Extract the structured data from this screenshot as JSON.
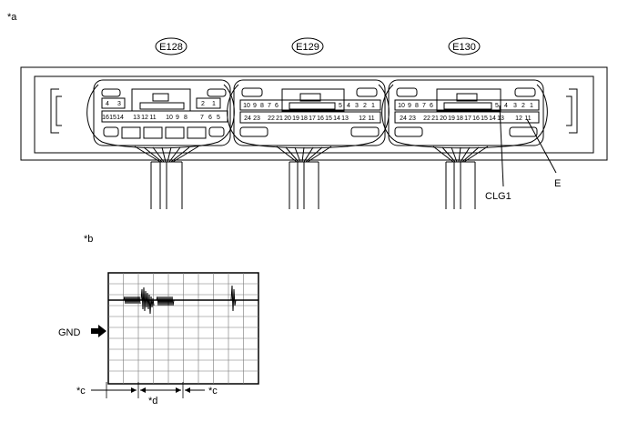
{
  "labels": {
    "part_a": "*a",
    "part_b": "*b",
    "clg1": "CLG1",
    "e_terminal": "E",
    "gnd": "GND",
    "c_left": "*c",
    "d": "*d",
    "c_right": "*c"
  },
  "connectors": [
    {
      "id": "E128",
      "rows": [
        [
          "4",
          "3",
          "2",
          "1"
        ],
        [
          "16",
          "15",
          "14",
          "13",
          "12",
          "11",
          "10",
          "9",
          "8",
          "7",
          "6",
          "5"
        ]
      ]
    },
    {
      "id": "E129",
      "rows": [
        [
          "10",
          "9",
          "8",
          "7",
          "6",
          "5",
          "4",
          "3",
          "2",
          "1"
        ],
        [
          "24",
          "23",
          "22",
          "21",
          "20",
          "19",
          "18",
          "17",
          "16",
          "15",
          "14",
          "13",
          "12",
          "11"
        ]
      ]
    },
    {
      "id": "E130",
      "rows": [
        [
          "10",
          "9",
          "8",
          "7",
          "6",
          "5",
          "4",
          "3",
          "2",
          "1"
        ],
        [
          "24",
          "23",
          "22",
          "21",
          "20",
          "19",
          "18",
          "17",
          "16",
          "15",
          "14",
          "13",
          "12",
          "11"
        ]
      ]
    }
  ]
}
